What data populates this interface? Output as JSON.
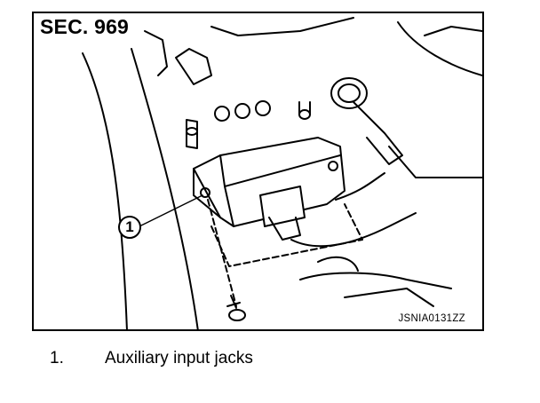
{
  "figure": {
    "section_label": "SEC. 969",
    "image_code": "JSNIA0131ZZ",
    "callout": "1"
  },
  "legend": [
    {
      "number": "1.",
      "text": "Auxiliary input jacks"
    }
  ]
}
